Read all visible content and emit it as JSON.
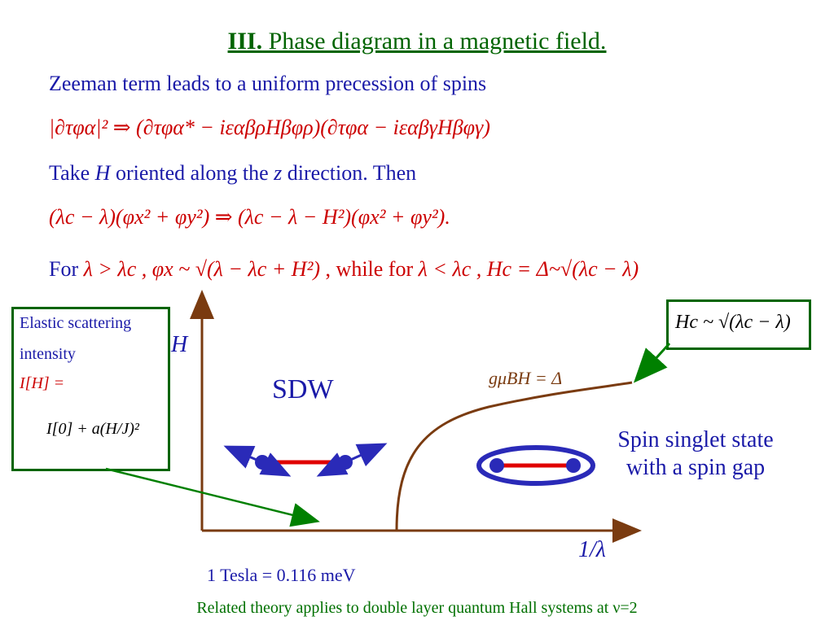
{
  "title": {
    "bold": "III.",
    "rest": " Phase diagram in a magnetic field."
  },
  "intro": "Zeeman term leads to a uniform precession of spins",
  "eq1": "|∂τφα|² ⇒ (∂τφα* − iεαβρHβφρ)(∂τφα − iεαβγHβφγ)",
  "take_line": {
    "take": "Take",
    "H": "H",
    "mid": "oriented along the",
    "z": "z",
    "end": "direction. Then"
  },
  "eq2": "(λc − λ)(φx² + φy²) ⇒ (λc − λ − H²)(φx² + φy²).",
  "for_line": {
    "for": "For",
    "cond1": "λ > λc ,",
    "phi": "φx ~ √(λ − λc + H²)",
    "while": ", while for",
    "cond2": "λ < λc , Hc = Δ~√(λc − λ)"
  },
  "elastic_box": {
    "line1": "Elastic scattering",
    "line2": "intensity",
    "line3": "I[H] =",
    "formula": "I[0] + a(H/J)²"
  },
  "hc_box": "Hc ~ √(λc − λ)",
  "axis": {
    "y_label": "H",
    "x_label": "1/λ"
  },
  "curve_label": "gμBH = Δ",
  "sdw_label": "SDW",
  "singlet_label": {
    "line1": "Spin singlet state",
    "line2": "with a spin gap"
  },
  "tesla": "1 Tesla = 0.116 meV",
  "footer": "Related theory applies to double layer quantum Hall systems at ν=2",
  "colors": {
    "title": "#006400",
    "text_blue": "#1a1aa8",
    "equation_red": "#cc0000",
    "axis_brown": "#7a3b10",
    "box_green": "#006400",
    "dimer_red": "#e00000",
    "spin_blue": "#2a2ab8"
  }
}
